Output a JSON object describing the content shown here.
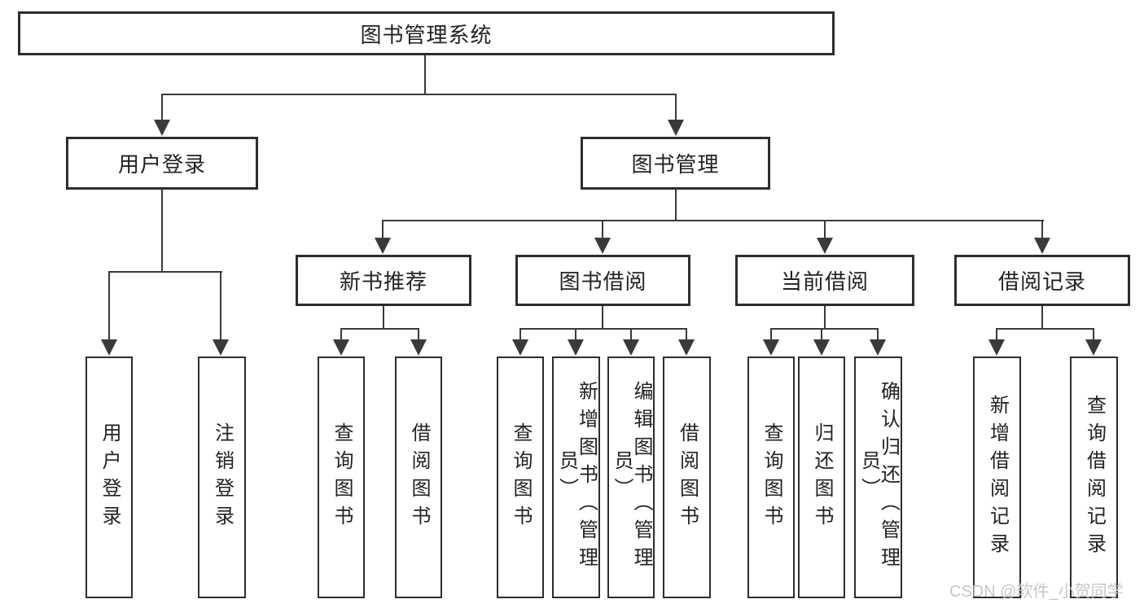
{
  "diagram": {
    "root": {
      "label": "图书管理系统"
    },
    "level2": {
      "user_login": {
        "label": "用户登录"
      },
      "book_mgmt": {
        "label": "图书管理"
      }
    },
    "level3": {
      "new_books": {
        "label": "新书推荐"
      },
      "book_borrow": {
        "label": "图书借阅"
      },
      "current_borrow": {
        "label": "当前借阅"
      },
      "borrow_records": {
        "label": "借阅记录"
      }
    },
    "leaves": {
      "user_login": [
        "用户登录",
        "注销登录"
      ],
      "new_books": [
        "查询图书",
        "借阅图书"
      ],
      "book_borrow": [
        "查询图书",
        "新增图书（管理员）",
        "编辑图书（管理员）",
        "借阅图书"
      ],
      "current_borrow": [
        "查询图书",
        "归还图书",
        "确认归还（管理员）"
      ],
      "borrow_records": [
        "新增借阅记录",
        "查询借阅记录"
      ]
    },
    "watermark": "CSDN @软件_小贺同学",
    "colors": {
      "line": "#3a3a3a",
      "box_border": "#2d2d2d",
      "box_fill": "#ffffff",
      "text": "#222222",
      "watermark": "#c3c3c3"
    }
  }
}
